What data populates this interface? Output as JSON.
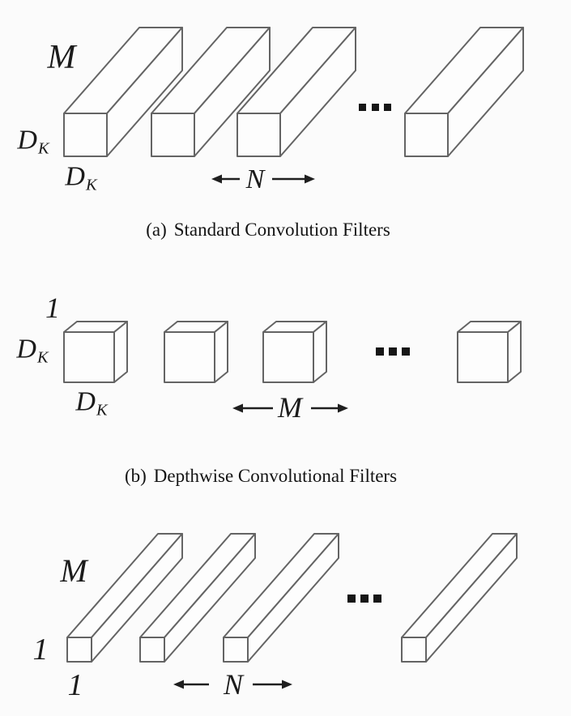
{
  "figure": {
    "colors": {
      "background": "#fbfbfb",
      "line": "#646464",
      "ink": "#1b1b1b"
    },
    "sections": [
      {
        "id": "a",
        "caption_prefix": "(a)",
        "caption_text": "Standard Convolution Filters",
        "ellipsis": "...",
        "filters_shown": 4,
        "labels": {
          "channels": "M",
          "height_main": "D",
          "height_sub": "K",
          "width_main": "D",
          "width_sub": "K",
          "count": "N"
        }
      },
      {
        "id": "b",
        "caption_prefix": "(b)",
        "caption_text": "Depthwise Convolutional Filters",
        "ellipsis": "...",
        "filters_shown": 4,
        "labels": {
          "channels": "1",
          "height_main": "D",
          "height_sub": "K",
          "width_main": "D",
          "width_sub": "K",
          "count": "M"
        }
      },
      {
        "id": "c",
        "ellipsis": "...",
        "filters_shown": 4,
        "labels": {
          "channels": "M",
          "height": "1",
          "width": "1",
          "count": "N"
        }
      }
    ]
  }
}
